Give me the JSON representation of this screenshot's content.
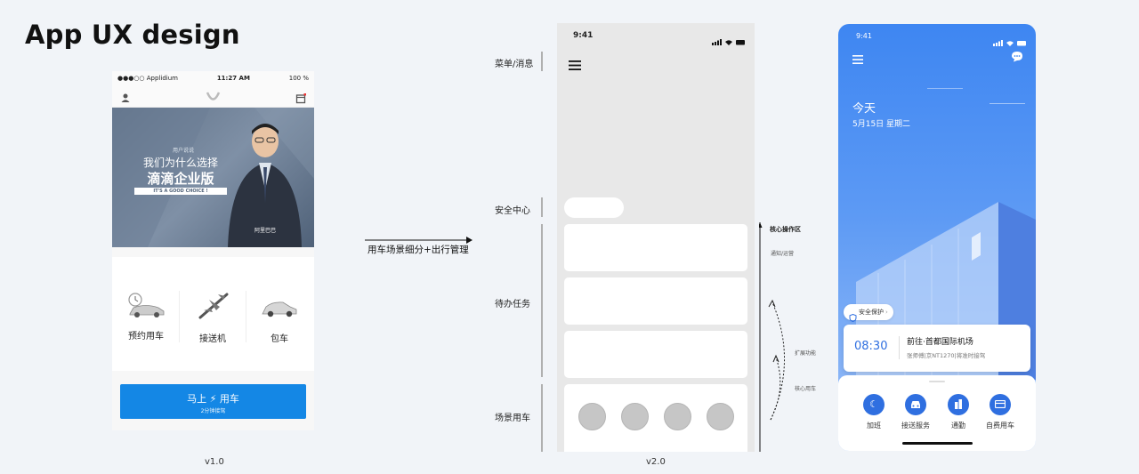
{
  "page": {
    "title": "App UX design"
  },
  "v1": {
    "version_label": "v1.0",
    "status": {
      "carrier": "●●●○○ Applidium",
      "time": "11:27 AM",
      "battery": "100 %"
    },
    "banner": {
      "small_title": "用户说说",
      "headline": "我们为什么选择",
      "product": "滴滴企业版",
      "tagline": "IT'S A GOOD CHOICE !",
      "signature": "阿里巴巴"
    },
    "services": [
      {
        "label": "预约用车",
        "icon": "car-clock-icon"
      },
      {
        "label": "接送机",
        "icon": "airplane-icon"
      },
      {
        "label": "包车",
        "icon": "car-icon"
      }
    ],
    "cta": {
      "label": "马上 ⚡ 用车",
      "sub": "2分钟接驾"
    }
  },
  "transition": {
    "label": "用车场景细分+出行管理"
  },
  "v2": {
    "version_label": "v2.0",
    "time": "9:41",
    "sections": {
      "menu": "菜单/消息",
      "safety": "安全中心",
      "todo": "待办任务",
      "scene": "场景用车"
    },
    "annotations": {
      "core_area": "核心操作区",
      "notice": "通知/运营",
      "extend": "扩展功能",
      "core_car": "核心用车"
    }
  },
  "v3": {
    "time": "9:41",
    "today": "今天",
    "date": "5月15日 星期二",
    "safety_badge": "安全保护",
    "trip": {
      "time": "08:30",
      "destination": "前往·首都国际机场",
      "detail": "张师傅|京NT1270|将准时接驾"
    },
    "services": [
      {
        "label": "加班",
        "icon": "moon-icon"
      },
      {
        "label": "接送服务",
        "icon": "car-front-icon"
      },
      {
        "label": "通勤",
        "icon": "building-icon"
      },
      {
        "label": "自费用车",
        "icon": "card-icon"
      }
    ],
    "colors": {
      "primary": "#3e86f2",
      "accent": "#2f6fe0"
    }
  }
}
